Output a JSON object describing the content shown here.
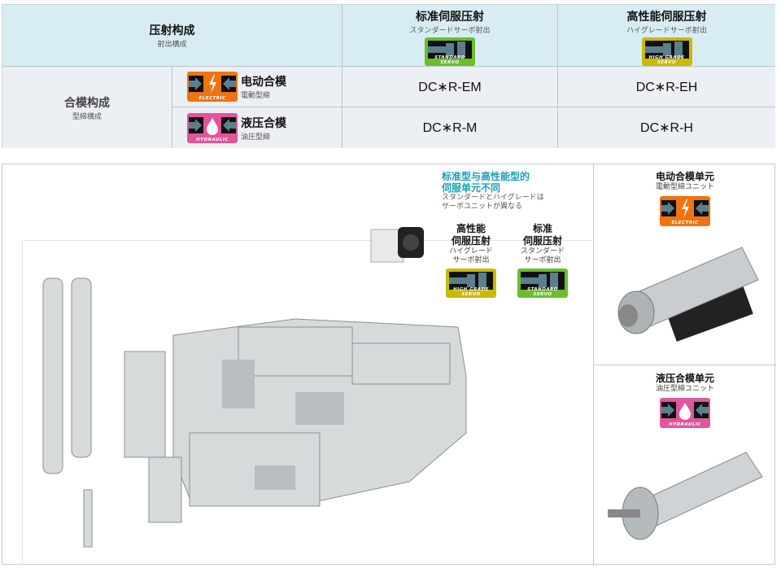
{
  "table": {
    "header": {
      "injection_title": "压射构成",
      "injection_sub": "射出構成",
      "standard_title": "标准伺服压射",
      "standard_sub": "スタンダードサーボ射出",
      "high_title": "高性能伺服压射",
      "high_sub": "ハイグレードサーボ射出"
    },
    "clamp_title": "合模构成",
    "clamp_sub": "型締構成",
    "rows": [
      {
        "title": "电动合模",
        "sub": "電動型締",
        "badge": "ELECTRIC",
        "standard": "DC∗R-EM",
        "high": "DC∗R-EH"
      },
      {
        "title": "液压合模",
        "sub": "油圧型締",
        "badge": "HYDRAULIC",
        "standard": "DC∗R-M",
        "high": "DC∗R-H"
      }
    ]
  },
  "badges": {
    "standard": "STANDARD SERVO",
    "high": "HIGH GRADE SERVO",
    "electric": "ELECTRIC",
    "hydraulic": "HYDRAULIC"
  },
  "colors": {
    "electric": "#ef7411",
    "hydraulic": "#e0559c",
    "standard": "#6cbd2a",
    "high": "#c9ba00",
    "teal": "#1aa0b8"
  },
  "feature": {
    "heading1": "标准型与高性能型的",
    "heading2": "伺服单元不同",
    "note1": "スタンダードとハイグレードは",
    "note2": "サーボユニットが異なる",
    "high": {
      "t1": "高性能",
      "t2": "伺服压射",
      "s1": "ハイグレード",
      "s2": "サーボ射出"
    },
    "standard": {
      "t1": "标准",
      "t2": "伺服压射",
      "s1": "スタンダード",
      "s2": "サーボ射出"
    }
  },
  "electric_unit": {
    "title": "电动合模单元",
    "sub": "電動型締ユニット"
  },
  "hydraulic_unit": {
    "title": "液压合模单元",
    "sub": "油圧型締ユニット"
  }
}
